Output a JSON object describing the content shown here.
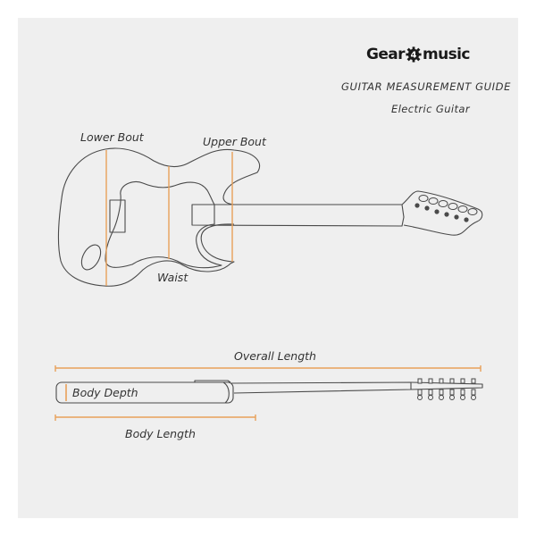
{
  "brand": {
    "logo_text_left": "Gear",
    "logo_text_number": "4",
    "logo_text_right": "music"
  },
  "header": {
    "title": "GUITAR MEASUREMENT GUIDE",
    "subtitle": "Electric Guitar"
  },
  "labels": {
    "lower_bout": "Lower Bout",
    "upper_bout": "Upper Bout",
    "waist": "Waist",
    "overall_length": "Overall Length",
    "body_depth": "Body Depth",
    "body_length": "Body Length"
  },
  "colors": {
    "panel_bg": "#efefef",
    "outline": "#4a4a4a",
    "measure_accent": "#e8a15a",
    "text": "#333333"
  }
}
